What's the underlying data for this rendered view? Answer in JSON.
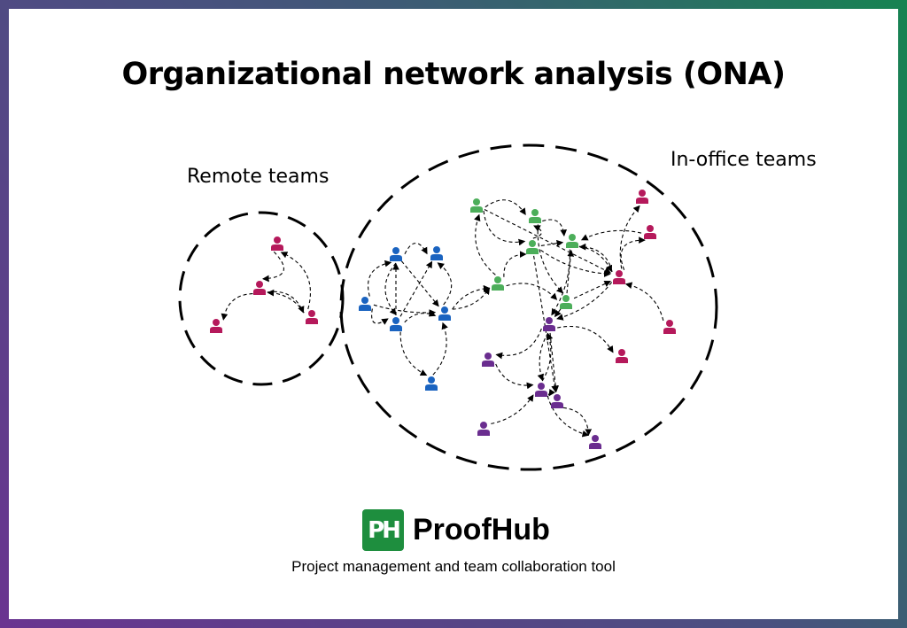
{
  "title": "Organizational network analysis (ONA)",
  "groups": {
    "remote": "Remote teams",
    "office": "In-office teams"
  },
  "colors": {
    "red": "#b5195b",
    "blue": "#1a63c0",
    "green": "#4cae5a",
    "purple": "#6a2d8f",
    "logo": "#1e8e3e"
  },
  "brand": {
    "mark": "PH",
    "name": "ProofHub",
    "tagline": "Project management and team collaboration tool"
  }
}
